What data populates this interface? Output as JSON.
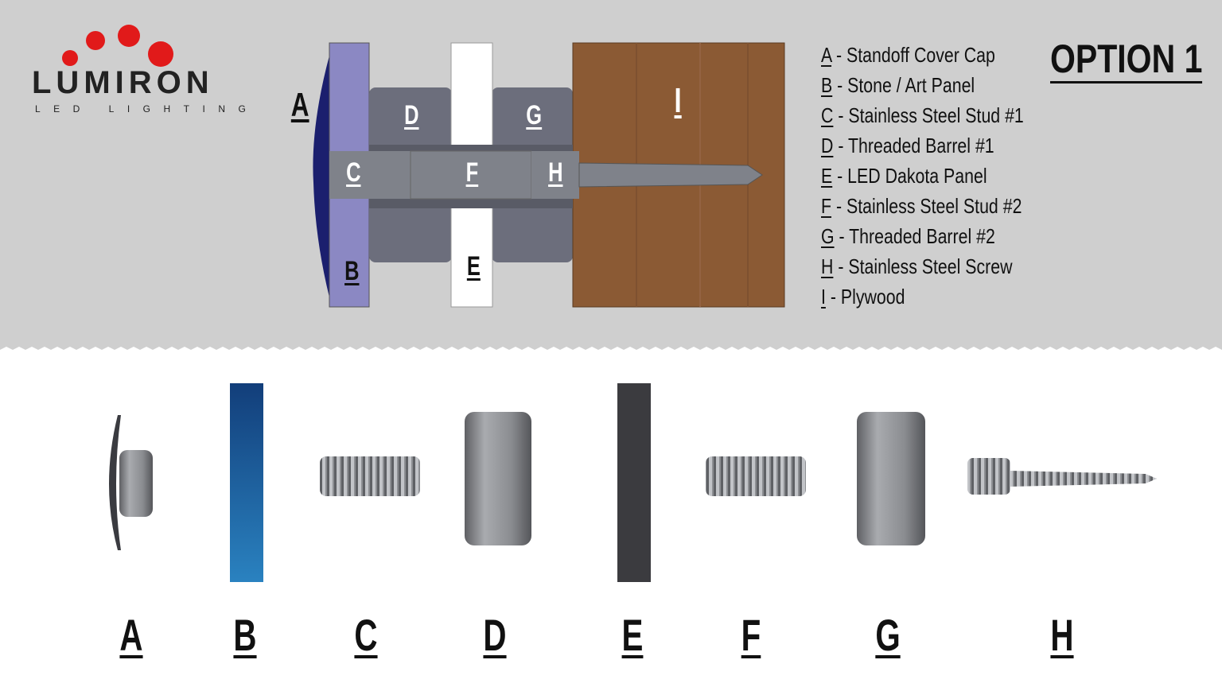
{
  "logo": {
    "word": "LUMIRON",
    "sub": "LED LIGHTING",
    "dot_color": "#e11a1a"
  },
  "option_title": "OPTION 1",
  "diagram_labels": {
    "A": "A",
    "B": "B",
    "C": "C",
    "D": "D",
    "E": "E",
    "F": "F",
    "G": "G",
    "H": "H",
    "I": "I"
  },
  "legend": [
    {
      "key": "A",
      "text": " - Standoff Cover Cap"
    },
    {
      "key": "B",
      "text": " - Stone / Art Panel"
    },
    {
      "key": "C",
      "text": " - Stainless Steel Stud #1"
    },
    {
      "key": "D",
      "text": " - Threaded Barrel #1"
    },
    {
      "key": "E",
      "text": " - LED Dakota Panel"
    },
    {
      "key": "F",
      "text": " - Stainless Steel Stud #2"
    },
    {
      "key": "G",
      "text": " - Threaded Barrel #2"
    },
    {
      "key": "H",
      "text": " - Stainless Steel Screw"
    },
    {
      "key": "I",
      "text": " - Plywood"
    }
  ],
  "parts_labels": [
    "A",
    "B",
    "C",
    "D",
    "E",
    "F",
    "G",
    "H"
  ],
  "colors": {
    "panel_b": "#8b88c3",
    "cap_a": "#1b1f6e",
    "barrel": "#6c6e7c",
    "led_panel": "#ffffff",
    "plywood": "#8b5a34",
    "stud": "#7f828a",
    "background_top": "#cfcfcf"
  }
}
